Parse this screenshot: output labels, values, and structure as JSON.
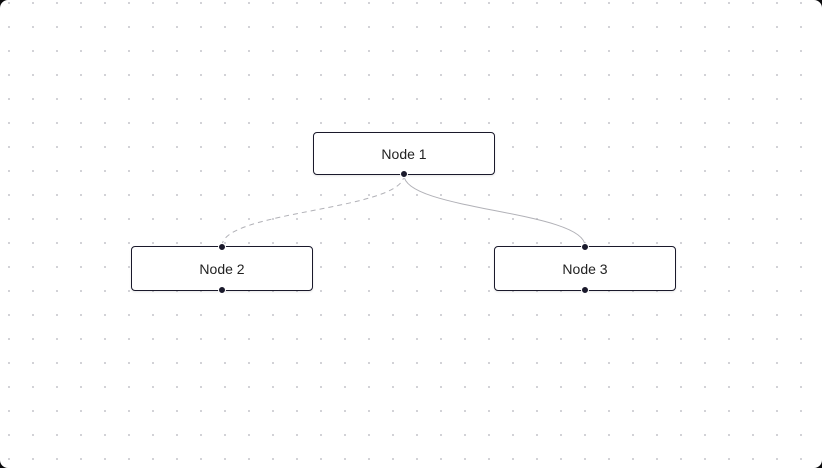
{
  "canvas": {
    "background_color": "#ffffff",
    "dot_color": "#cfcfd4"
  },
  "colors": {
    "node_border": "#1a192b",
    "node_background": "#ffffff",
    "node_text": "#222222",
    "handle": "#1a192b",
    "edge": "#b1b1b7"
  },
  "nodes": [
    {
      "id": "node-1",
      "label": "Node 1",
      "handles": [
        "source-bottom"
      ]
    },
    {
      "id": "node-2",
      "label": "Node 2",
      "handles": [
        "target-top",
        "source-bottom"
      ]
    },
    {
      "id": "node-3",
      "label": "Node 3",
      "handles": [
        "target-top",
        "source-bottom"
      ]
    }
  ],
  "edges": [
    {
      "id": "edge-node1-node2",
      "source": "node-1",
      "target": "node-2",
      "style": "dashed",
      "color": "#b1b1b7"
    },
    {
      "id": "edge-node1-node3",
      "source": "node-1",
      "target": "node-3",
      "style": "solid",
      "color": "#b1b1b7"
    }
  ]
}
